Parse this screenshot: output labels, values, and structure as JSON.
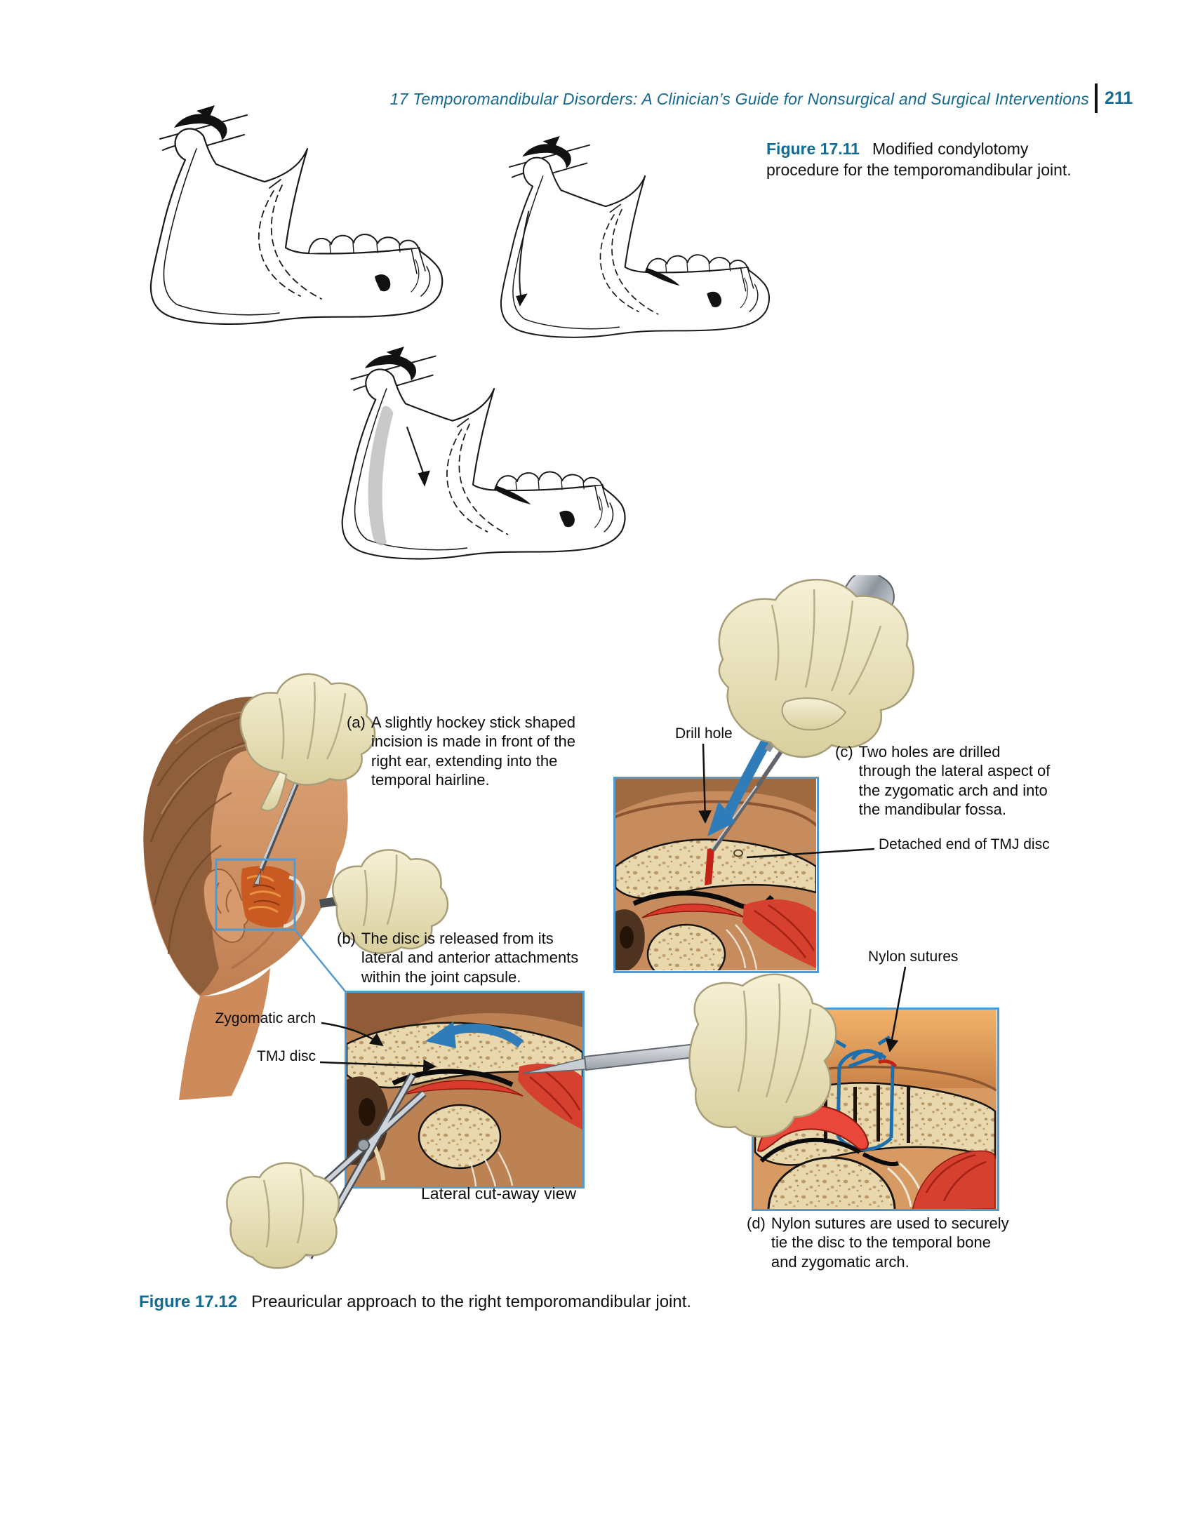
{
  "header": {
    "title": "17  Temporomandibular Disorders: A Clinician’s Guide for Nonsurgical and Surgical Interventions",
    "page_number": "211"
  },
  "figure_17_11": {
    "label": "Figure 17.11",
    "caption": "Modified condylotomy\nprocedure for the temporomandibular joint."
  },
  "figure_17_12": {
    "label": "Figure 17.12",
    "caption": "Preauricular approach to the right temporomandibular joint.",
    "panel_a": {
      "letter": "(a)",
      "text": "A slightly hockey stick shaped\nincision is made in front of the\nright ear, extending into the\ntemporal hairline."
    },
    "panel_b": {
      "letter": "(b)",
      "text": "The disc is released from its\nlateral and anterior attachments\nwithin the joint capsule."
    },
    "panel_c": {
      "letter": "(c)",
      "text": "Two holes are drilled\nthrough the lateral aspect of\nthe zygomatic arch and into\nthe mandibular fossa."
    },
    "panel_d": {
      "letter": "(d)",
      "text": "Nylon sutures are used to securely\ntie the disc to the temporal bone\nand zygomatic arch."
    },
    "labels": {
      "drill_hole": "Drill hole",
      "detached_disc": "Detached end of TMJ disc",
      "nylon_sutures": "Nylon sutures",
      "zygomatic_arch": "Zygomatic arch",
      "tmj_disc": "TMJ disc",
      "lateral_cutaway": "Lateral cut-away view"
    }
  },
  "colors": {
    "heading_teal": "#156a92",
    "panel_border_blue": "#4f9bd2",
    "annotation_arrow_blue": "#2f7cb8"
  }
}
